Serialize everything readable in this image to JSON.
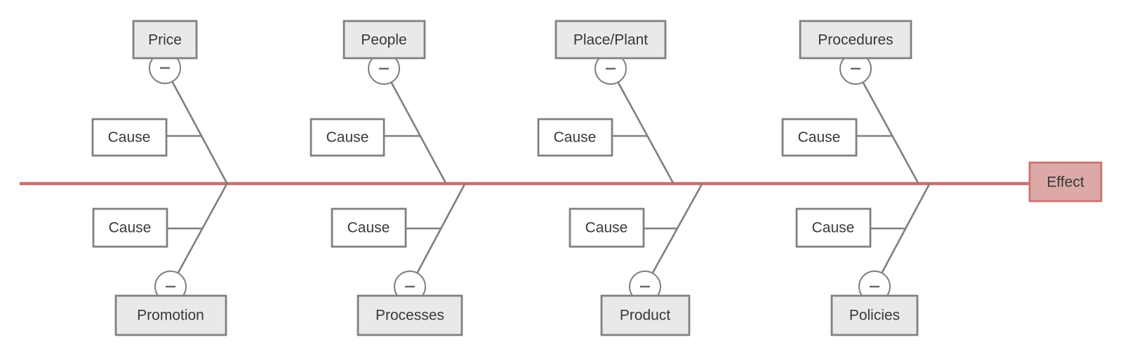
{
  "diagram_type": "fishbone-cause-and-effect",
  "effect": {
    "label": "Effect"
  },
  "branches": {
    "top": [
      {
        "category": "Price",
        "cause": "Cause"
      },
      {
        "category": "People",
        "cause": "Cause"
      },
      {
        "category": "Place/Plant",
        "cause": "Cause"
      },
      {
        "category": "Procedures",
        "cause": "Cause"
      }
    ],
    "bottom": [
      {
        "category": "Promotion",
        "cause": "Cause"
      },
      {
        "category": "Processes",
        "cause": "Cause"
      },
      {
        "category": "Product",
        "cause": "Cause"
      },
      {
        "category": "Policies",
        "cause": "Cause"
      }
    ]
  },
  "icons": {
    "collapse_toggle": "minus-icon"
  },
  "colors": {
    "spine": "#C9706E",
    "effect_fill": "#DCA9A8",
    "effect_border": "#C9706E",
    "category_fill": "#E9E9E9",
    "cause_fill": "#FFFFFF",
    "shape_border": "#7F7F7F",
    "text": "#383838"
  }
}
